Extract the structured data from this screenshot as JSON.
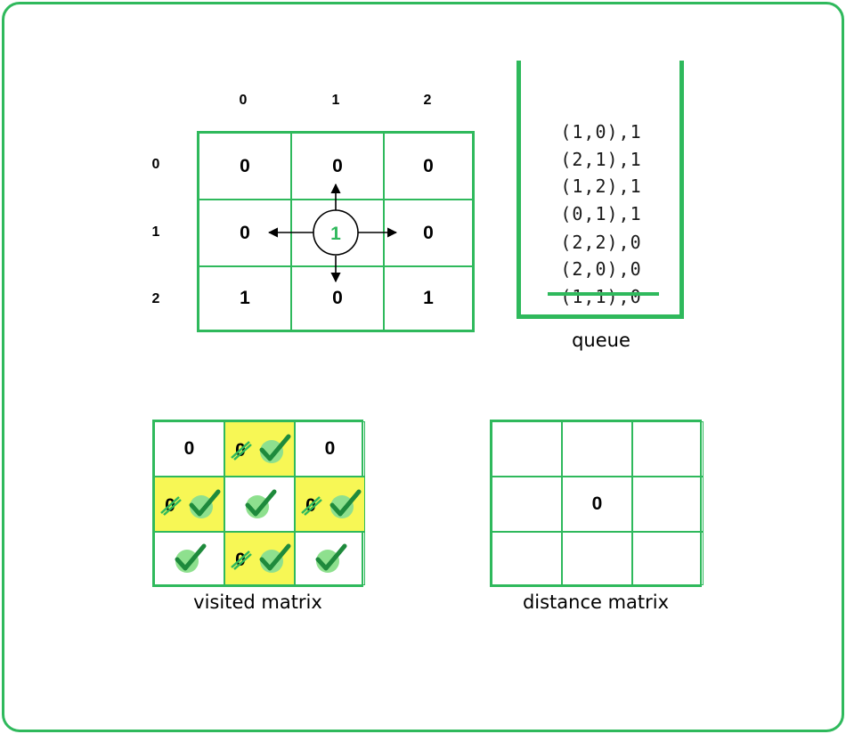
{
  "grid": {
    "col_labels": [
      "0",
      "1",
      "2"
    ],
    "row_labels": [
      "0",
      "1",
      "2"
    ],
    "cells": [
      [
        "0",
        "0",
        "0"
      ],
      [
        "0",
        "1",
        "0"
      ],
      [
        "1",
        "0",
        "1"
      ]
    ],
    "current_value": "1"
  },
  "queue": {
    "items": [
      "(1,0),1",
      "(2,1),1",
      "(1,2),1",
      "(0,1),1",
      "(2,2),0",
      "(2,0),0",
      "(1,1),0"
    ],
    "removed_item": "(1,1),0",
    "label": "queue"
  },
  "visited": {
    "label": "visited matrix",
    "cells": [
      [
        {
          "value": "0",
          "check": false,
          "strike": false,
          "highlight": false
        },
        {
          "value": "0",
          "check": true,
          "strike": true,
          "highlight": true
        },
        {
          "value": "0",
          "check": false,
          "strike": false,
          "highlight": false
        }
      ],
      [
        {
          "value": "0",
          "check": true,
          "strike": true,
          "highlight": true
        },
        {
          "value": "",
          "check": true,
          "strike": false,
          "highlight": false
        },
        {
          "value": "0",
          "check": true,
          "strike": true,
          "highlight": true
        }
      ],
      [
        {
          "value": "",
          "check": true,
          "strike": false,
          "highlight": false
        },
        {
          "value": "0",
          "check": true,
          "strike": true,
          "highlight": true
        },
        {
          "value": "",
          "check": true,
          "strike": false,
          "highlight": false
        }
      ]
    ]
  },
  "distance": {
    "label": "distance matrix",
    "cells": [
      [
        "",
        "",
        ""
      ],
      [
        "",
        "0",
        ""
      ],
      [
        "",
        "",
        ""
      ]
    ]
  },
  "colors": {
    "accent": "#2fb95c",
    "highlight": "#f7f755",
    "check_dark": "#1e8a3c",
    "check_light": "#8ee08e"
  }
}
